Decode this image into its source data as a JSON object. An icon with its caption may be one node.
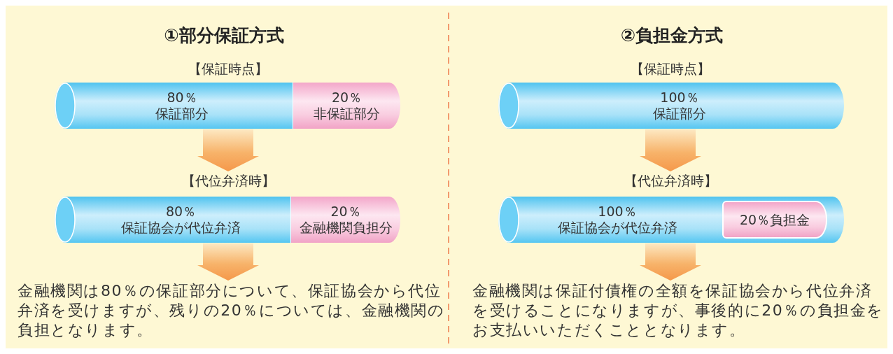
{
  "diagram": {
    "nodes": [
      {
        "text": [
          "80％",
          "保証部分"
        ],
        "beside": [
          "【保証時点】"
        ]
      },
      {
        "text": [
          "20％",
          "非保証部分"
        ]
      },
      {
        "text": [
          "【代位弁済時】"
        ]
      },
      {
        "text": [
          "80％",
          "保証協会が代位弁済"
        ]
      },
      {
        "text": [
          "20％",
          "金融機関負担分"
        ]
      },
      {
        "text": [
          "金融機関は80％の保証部分について、保証協会から代位弁済を受けますが、残りの20％については、金融機関の負担となります。"
        ]
      },
      {
        "text": [
          "100％",
          "保証部分"
        ],
        "beside": [
          "【保証時点】"
        ]
      },
      {
        "text": [
          "【代位弁済時】"
        ]
      },
      {
        "text": [
          "100％",
          "保証協会が代位弁済"
        ]
      },
      {
        "text": [
          "20％負担金"
        ],
        "in": 8
      },
      {
        "text": [
          "金融機関は保証付債権の全額を保証協会から代位弁済を受けることになりますが、事後的に20％の負担金をお支払いいただくこととなります。"
        ]
      }
    ],
    "edges": [
      {
        "from": 0,
        "to": 2,
        "arrow": "to"
      },
      {
        "from": 3,
        "to": 5,
        "arrow": "to"
      },
      {
        "from": 6,
        "to": 7,
        "arrow": "to"
      },
      {
        "from": 8,
        "to": 10,
        "arrow": "to"
      }
    ],
    "labels": [
      "①部分保証方式",
      "②負担金方式"
    ]
  }
}
